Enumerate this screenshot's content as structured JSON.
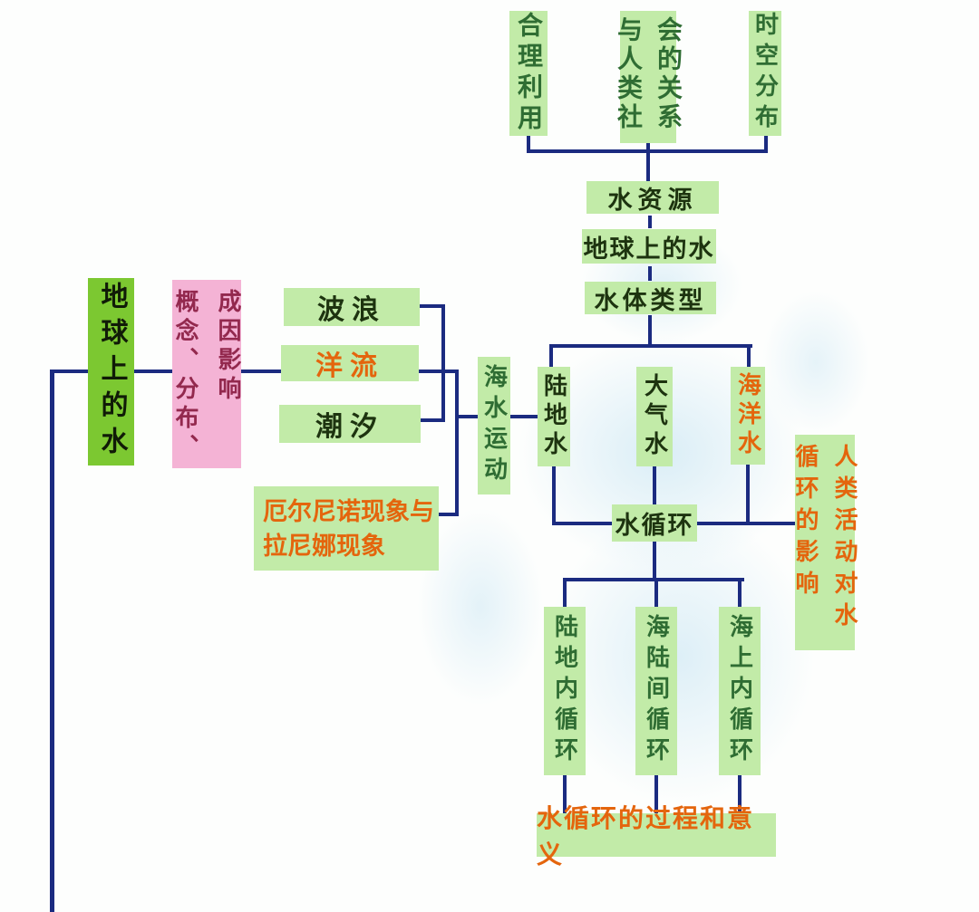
{
  "diagram_title": "地球上的水",
  "colors": {
    "connector_line": "#1b2b80",
    "node_light_green": "#c2eba8",
    "root_bright_green": "#7cc831",
    "attribute_pink": "#f4b3d5",
    "text_green": "#2f6d33",
    "text_dark": "#1d330f",
    "text_orange": "#e4650d",
    "text_maroon": "#93294e"
  },
  "nodes": {
    "rational_use": {
      "label": "合理利用"
    },
    "relation_society": {
      "col1": "与人类社",
      "col2": "会的关系"
    },
    "spatiotemporal": {
      "label": "时空分布"
    },
    "water_resources": {
      "label": "水资源"
    },
    "earth_water_center": {
      "label": "地球上的水"
    },
    "water_body_types": {
      "label": "水体类型"
    },
    "earth_water_root": {
      "label": "地球上的水"
    },
    "concept_cause_distribution": {
      "col1": "概念、分布、",
      "col2": "成因影响"
    },
    "waves": {
      "label": "波浪"
    },
    "ocean_currents": {
      "label": "洋流"
    },
    "tides": {
      "label": "潮汐"
    },
    "seawater_movement": {
      "label": "海水运动"
    },
    "land_water": {
      "label": "陆地水"
    },
    "atmospheric_water": {
      "label": "大气水"
    },
    "ocean_water": {
      "label": "海洋水"
    },
    "water_cycle": {
      "label": "水循环"
    },
    "human_activity_impact": {
      "col1": "循环的影响",
      "col2": "人类活动对水"
    },
    "el_nino_la_nina": {
      "line1": "厄尔尼诺现象与",
      "line2": "拉尼娜现象"
    },
    "land_internal_cycle": {
      "label": "陆地内循环"
    },
    "sea_land_cycle": {
      "label": "海陆间循环"
    },
    "sea_internal_cycle": {
      "label": "海上内循环"
    },
    "process_significance": {
      "label": "水循环的过程和意义"
    }
  }
}
